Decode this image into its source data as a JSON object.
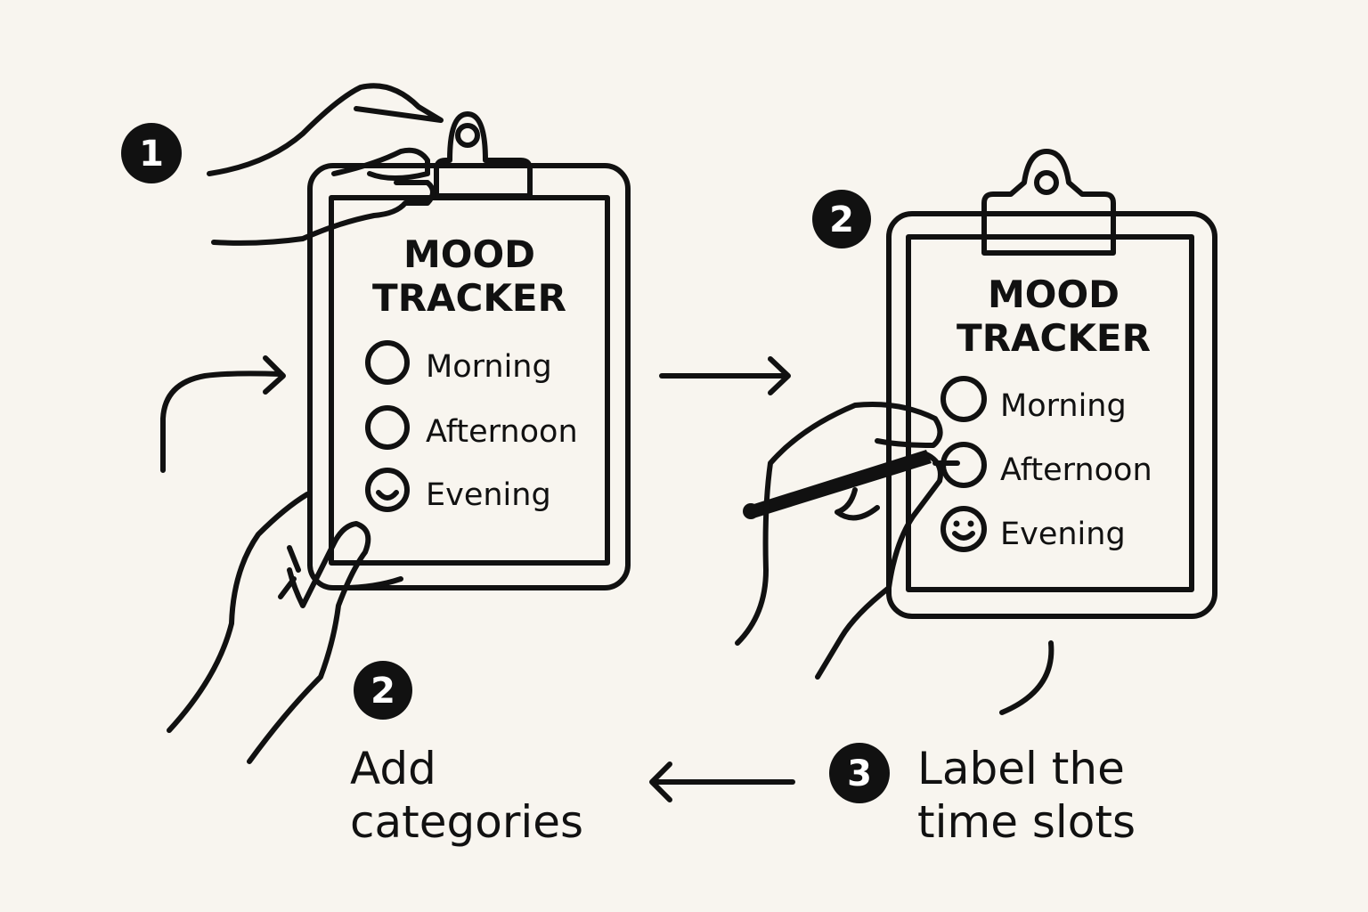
{
  "clipboard_left": {
    "title_line1": "MOOD",
    "title_line2": "TRACKER",
    "items": [
      "Morning",
      "Afternoon",
      "Evening"
    ]
  },
  "clipboard_right": {
    "title_line1": "MOOD",
    "title_line2": "TRACKER",
    "items": [
      "Morning",
      "Afternoon",
      "Evening"
    ]
  },
  "badges": [
    "1",
    "2",
    "2",
    "3"
  ],
  "captions": {
    "add_line1": "Add",
    "add_line2": "categories",
    "label_line1": "Label the",
    "label_line2": "time slots"
  },
  "colors": {
    "background": "#f8f5ef",
    "ink": "#111111"
  }
}
